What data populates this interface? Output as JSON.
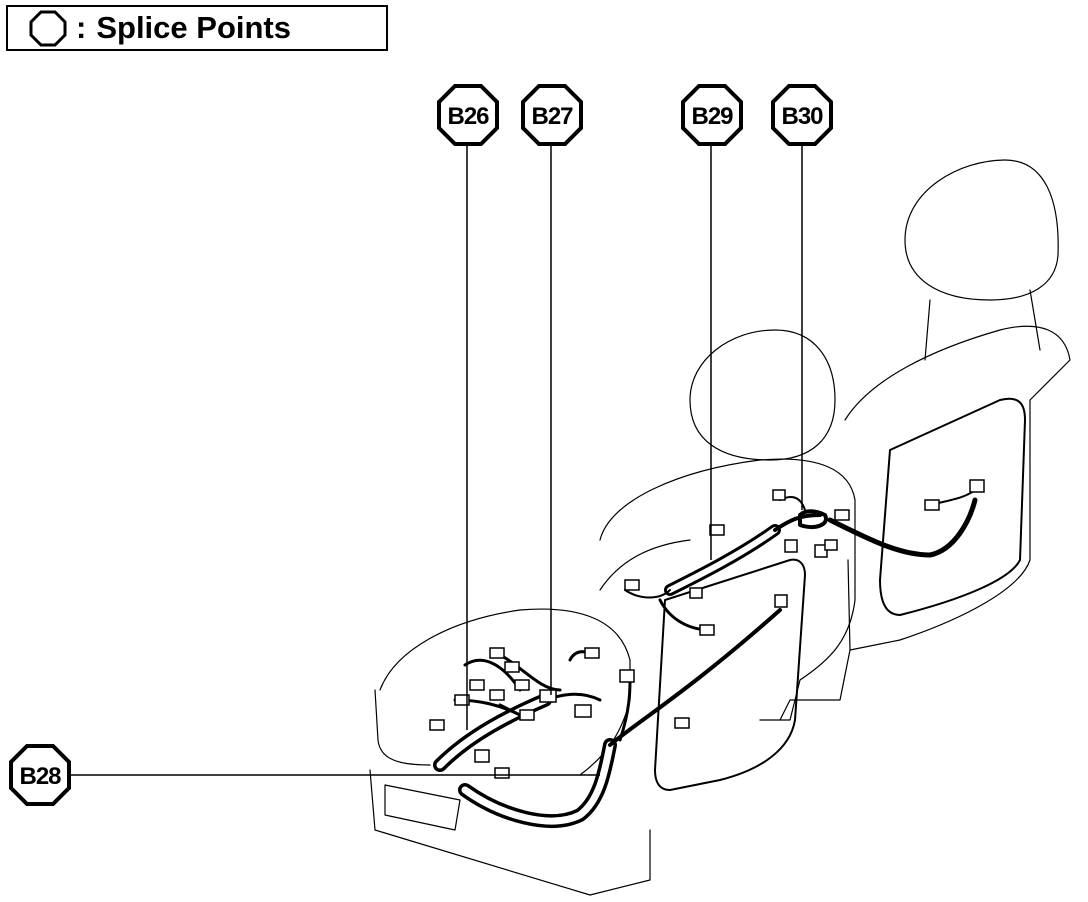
{
  "legend": {
    "separator": ":",
    "text": "Splice  Points",
    "icon": "splice-point-octagon-icon"
  },
  "splices": [
    {
      "id": "B26"
    },
    {
      "id": "B27"
    },
    {
      "id": "B29"
    },
    {
      "id": "B30"
    },
    {
      "id": "B28"
    }
  ],
  "colors": {
    "ink": "#000000",
    "background": "#ffffff"
  }
}
